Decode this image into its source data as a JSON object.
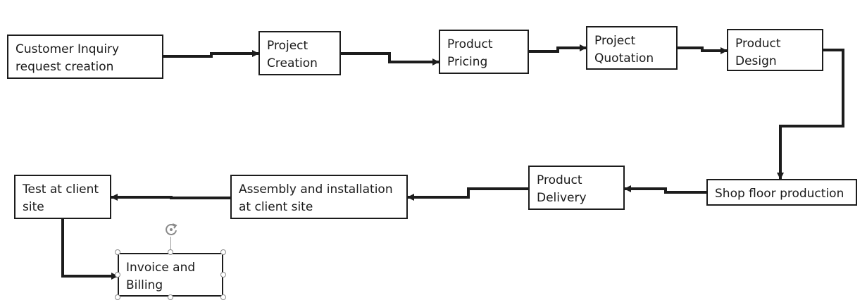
{
  "diagram": {
    "nodes": [
      {
        "id": "customer-inquiry",
        "lines": [
          "Customer Inquiry",
          "request creation"
        ]
      },
      {
        "id": "project-creation",
        "lines": [
          "Project",
          "Creation"
        ]
      },
      {
        "id": "product-pricing",
        "lines": [
          "Product",
          "Pricing"
        ]
      },
      {
        "id": "project-quotation",
        "lines": [
          "Project",
          "Quotation"
        ]
      },
      {
        "id": "product-design",
        "lines": [
          "Product",
          "Design"
        ]
      },
      {
        "id": "shop-floor-production",
        "lines": [
          "Shop floor production"
        ]
      },
      {
        "id": "product-delivery",
        "lines": [
          "Product",
          "Delivery"
        ]
      },
      {
        "id": "assembly-installation",
        "lines": [
          "Assembly and installation",
          "at client site"
        ]
      },
      {
        "id": "test-at-client-site",
        "lines": [
          "Test at client",
          "site"
        ]
      },
      {
        "id": "invoice-billing",
        "lines": [
          "Invoice and",
          "Billing"
        ]
      }
    ],
    "edges": [
      {
        "from": "customer-inquiry",
        "to": "project-creation"
      },
      {
        "from": "project-creation",
        "to": "product-pricing"
      },
      {
        "from": "product-pricing",
        "to": "project-quotation"
      },
      {
        "from": "project-quotation",
        "to": "product-design"
      },
      {
        "from": "product-design",
        "to": "shop-floor-production"
      },
      {
        "from": "shop-floor-production",
        "to": "product-delivery"
      },
      {
        "from": "product-delivery",
        "to": "assembly-installation"
      },
      {
        "from": "assembly-installation",
        "to": "test-at-client-site"
      },
      {
        "from": "test-at-client-site",
        "to": "invoice-billing"
      }
    ],
    "selected_node": "invoice-billing",
    "colors": {
      "stroke": "#1c1c1c",
      "text": "#1a1a1a",
      "background": "#ffffff",
      "selection_handle": "#8a8a8a"
    }
  }
}
